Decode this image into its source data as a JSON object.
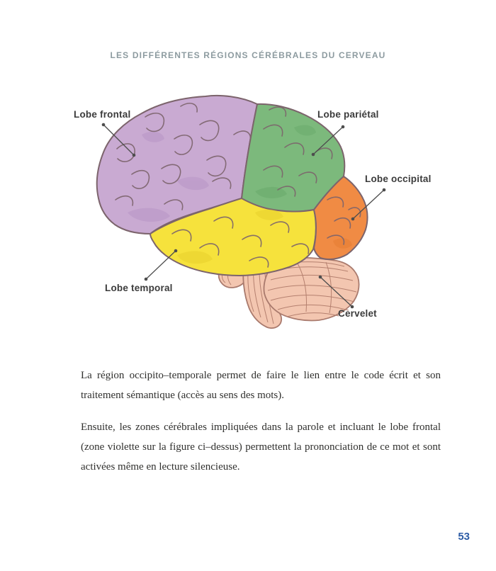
{
  "page": {
    "title": "LES DIFFÉRENTES RÉGIONS CÉRÉBRALES DU CERVEAU",
    "page_number": "53"
  },
  "diagram": {
    "labels": {
      "frontal": "Lobe frontal",
      "parietal": "Lobe pariétal",
      "occipital": "Lobe occipital",
      "temporal": "Lobe temporal",
      "cervelet": "Cervelet"
    },
    "colors": {
      "frontal": "#c9aad2",
      "frontal_shade": "#b793c5",
      "parietal": "#7cb97c",
      "parietal_shade": "#68a96a",
      "temporal": "#f6e23c",
      "temporal_shade": "#e7d02b",
      "occipital": "#f08b44",
      "occipital_shade": "#e67c31",
      "cervelet": "#f3c6b0",
      "cervelet_lines": "#b5806f",
      "outline": "#7c646c",
      "pointer": "#4d4d4d"
    }
  },
  "body": {
    "paragraph1": "La région occipito–temporale permet de faire le lien entre le code écrit et son traitement sémantique (accès au sens des mots).",
    "paragraph2": "Ensuite, les zones cérébrales impliquées dans la parole et incluant le lobe frontal (zone violette sur la figure ci–dessus) permettent la prononciation de ce mot et sont activées même en lecture silencieuse."
  }
}
